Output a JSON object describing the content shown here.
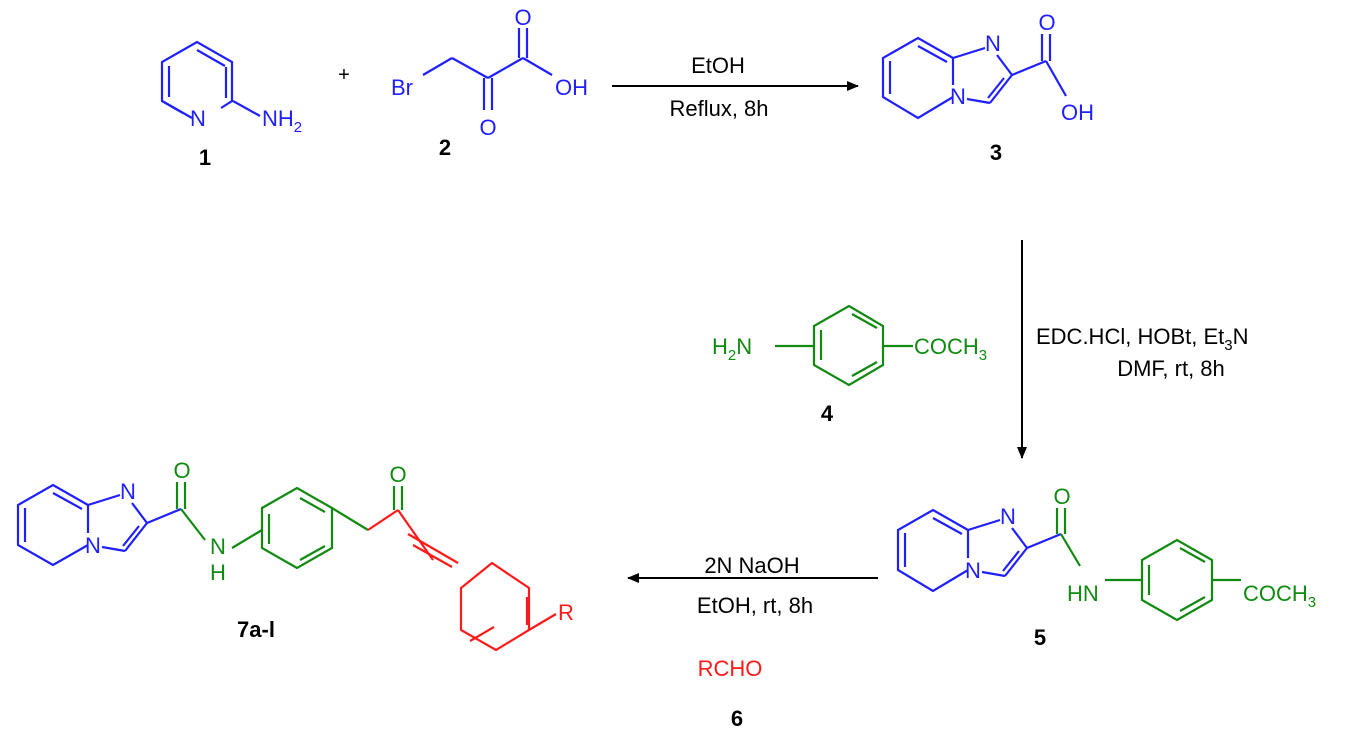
{
  "colors": {
    "blue": "#1f1fff",
    "green": "#118a11",
    "red": "#ff1a1a",
    "black": "#000000"
  },
  "compounds": {
    "c1": {
      "number": "1",
      "N": "N",
      "NH": "NH",
      "sub2": "2"
    },
    "c2": {
      "number": "2",
      "Br": "Br",
      "O_top": "O",
      "OH": "OH",
      "O_bottom": "O"
    },
    "plus": "+",
    "c3": {
      "number": "3",
      "N_top": "N",
      "N_bridge": "N",
      "O": "O",
      "OH": "OH"
    },
    "c4": {
      "number": "4",
      "H": "H",
      "sub2": "2",
      "N": "N",
      "acyl": "COCH",
      "sub3": "3"
    },
    "c5": {
      "number": "5",
      "N_top": "N",
      "N_bridge": "N",
      "O": "O",
      "HN": "HN",
      "acyl": "COCH",
      "sub3": "3"
    },
    "c6": {
      "number": "6",
      "formula": "RCHO"
    },
    "c7": {
      "number": "7a-l",
      "N_top": "N",
      "N_bridge": "N",
      "O_amide": "O",
      "NH_N": "N",
      "NH_H": "H",
      "O_ketone": "O",
      "R": "R"
    }
  },
  "steps": {
    "step1": {
      "reagent": "EtOH",
      "conditions": "Reflux, 8h"
    },
    "step2": {
      "reagent_a": "EDC.HCl, HOBt, Et",
      "reagent_sub": "3",
      "reagent_b": "N",
      "conditions": "DMF,  rt, 8h"
    },
    "step3": {
      "reagent": "2N NaOH",
      "conditions": "EtOH, rt, 8h"
    }
  }
}
